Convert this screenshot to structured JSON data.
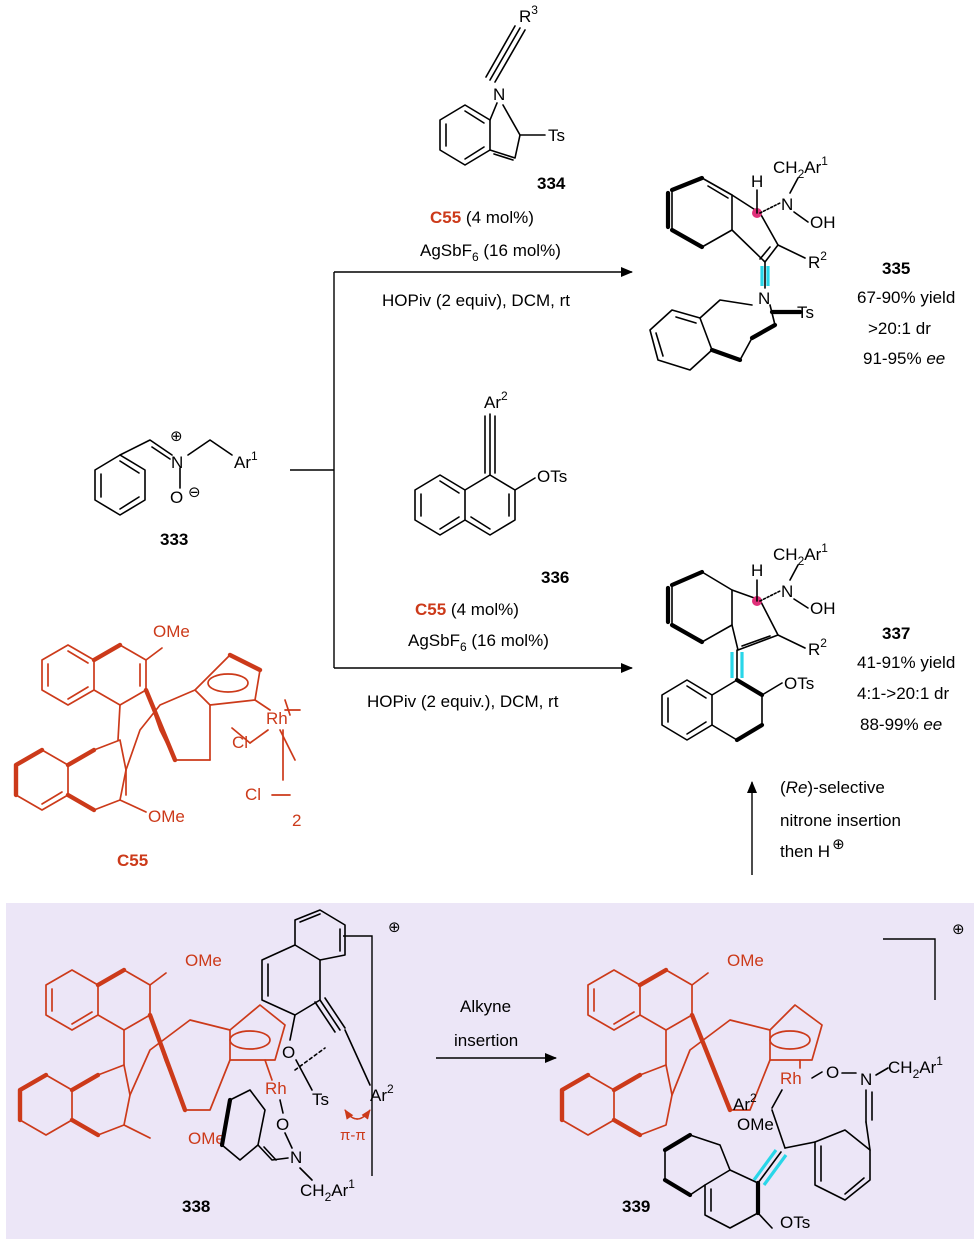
{
  "colors": {
    "catalyst": "#cc3a1a",
    "highlight_bond": "#29d6e8",
    "stereocenter": "#e0307a",
    "mechanism_panel_bg": "#ece6f7"
  },
  "reactant": {
    "id": "333",
    "n_label": "N",
    "o_label": "O",
    "plus": "⊕",
    "minus": "⊖",
    "ar_label": "Ar",
    "ar_sup": "1"
  },
  "catalyst": {
    "id": "C55",
    "ome_top": "OMe",
    "ome_bottom": "OMe",
    "rh": "Rh",
    "cl1": "Cl",
    "cl2": "Cl",
    "dimer": "2"
  },
  "reaction_top": {
    "alkyne_id": "334",
    "alkyne_r": "R",
    "alkyne_r_sup": "3",
    "n_label": "N",
    "ts_label": "Ts",
    "cat_name": "C55",
    "cat_loading": " (4 mol%)",
    "agsbf_a": "AgSbF",
    "agsbf_sub": "6",
    "agsbf_b": " (16 mol%)",
    "conditions": "HOPiv (2 equiv), DCM, rt"
  },
  "product_top": {
    "id": "335",
    "yield": "67-90% yield",
    "dr": ">20:1 dr",
    "ee_num": "91-95% ",
    "ee_label": "ee",
    "h": "H",
    "n": "N",
    "oh": "OH",
    "ch2ar": "CH",
    "ch2ar_sub": "2",
    "ch2ar_b": "Ar",
    "ch2ar_sup": "1",
    "r2": "R",
    "r2_sup": "2",
    "indole_n": "N",
    "ts": "Ts"
  },
  "reaction_bottom": {
    "alkyne_id": "336",
    "ar": "Ar",
    "ar_sup": "2",
    "ots": "OTs",
    "cat_name": "C55",
    "cat_loading": " (4 mol%)",
    "agsbf_a": "AgSbF",
    "agsbf_sub": "6",
    "agsbf_b": " (16 mol%)",
    "conditions": "HOPiv (2 equiv.), DCM, rt"
  },
  "product_bottom": {
    "id": "337",
    "yield": "41-91% yield",
    "dr": "4:1->20:1 dr",
    "ee_num": "88-99% ",
    "ee_label": "ee",
    "h": "H",
    "n": "N",
    "oh": "OH",
    "ch2ar": "CH",
    "ch2ar_sub": "2",
    "ch2ar_b": "Ar",
    "ch2ar_sup": "1",
    "r2": "R",
    "r2_sup": "2",
    "ots": "OTs"
  },
  "up_arrow_note": {
    "paren_open": "(",
    "re": "Re",
    "line1_rest": ")-selective",
    "line2": "nitrone insertion",
    "line3": "then H",
    "plus": "⊕"
  },
  "mechanism": {
    "step_label_1": "Alkyne",
    "step_label_2": "insertion",
    "int1": {
      "id": "338",
      "ome_top": "OMe",
      "ome_bottom": "OMe",
      "rh": "Rh",
      "o_upper": "O",
      "o_lower": "O",
      "ts": "Ts",
      "ar": "Ar",
      "ar_sup": "2",
      "pipi": "π-π",
      "n": "N",
      "ch2ar": "CH",
      "ch2ar_sub": "2",
      "ch2ar_b": "Ar",
      "ch2ar_sup": "1",
      "plus": "⊕"
    },
    "int2": {
      "id": "339",
      "ome_top": "OMe",
      "ome_mid": "OMe",
      "rh": "Rh",
      "o": "O",
      "n": "N",
      "ch2ar": "CH",
      "ch2ar_sub": "2",
      "ch2ar_b": "Ar",
      "ch2ar_sup": "1",
      "ar": "Ar",
      "ar_sup": "2",
      "ots": "OTs",
      "plus": "⊕"
    }
  }
}
